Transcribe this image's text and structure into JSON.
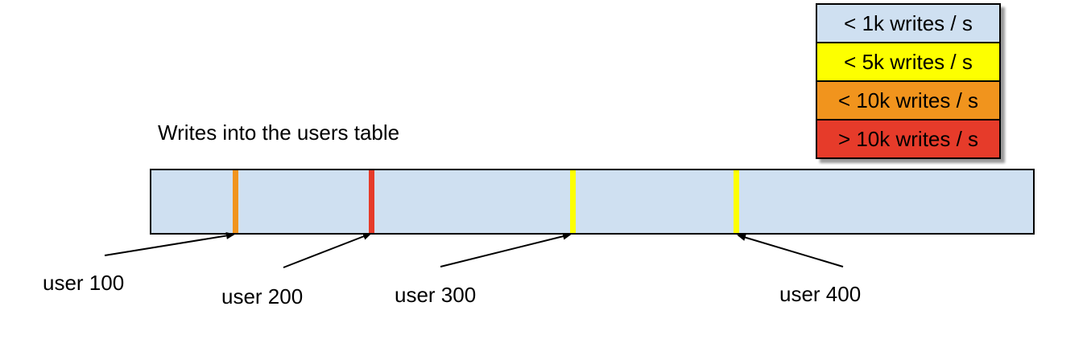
{
  "title": "Writes into the users table",
  "legend": {
    "items": [
      {
        "label": "< 1k writes / s",
        "color": "#cfe0f1"
      },
      {
        "label": "< 5k writes / s",
        "color": "#fdff00"
      },
      {
        "label": "< 10k writes / s",
        "color": "#f1941d"
      },
      {
        "label": "> 10k writes / s",
        "color": "#e63b2a"
      }
    ]
  },
  "bar": {
    "fill": "#cfe0f1",
    "border_color": "#000000",
    "markers": [
      {
        "user": "user 100",
        "color": "#f1941d",
        "writes_rate": "< 10k writes / s"
      },
      {
        "user": "user 200",
        "color": "#e63b2a",
        "writes_rate": "> 10k writes / s"
      },
      {
        "user": "user 300",
        "color": "#fdff00",
        "writes_rate": "< 5k writes / s"
      },
      {
        "user": "user 400",
        "color": "#fdff00",
        "writes_rate": "< 5k writes / s"
      }
    ]
  }
}
